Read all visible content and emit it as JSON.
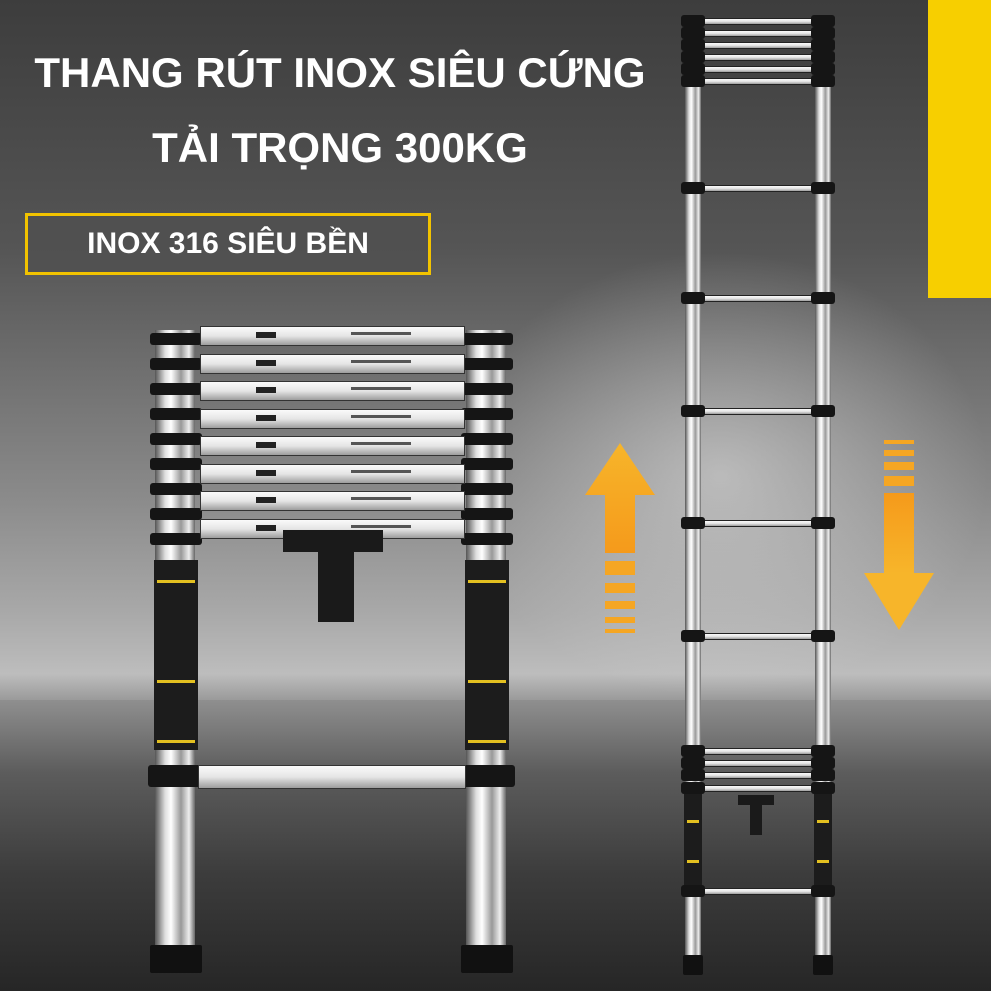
{
  "headline": {
    "line1": "THANG RÚT INOX SIÊU CỨNG",
    "line2": "TẢI TRỌNG 300KG"
  },
  "badge": {
    "label": "INOX 316 SIÊU BỀN",
    "border_color": "#f2c300"
  },
  "colors": {
    "accent_yellow": "#f7cf00",
    "arrow_orange": "#f5a623"
  },
  "arrows": {
    "left": "arrow-up-icon",
    "right": "arrow-down-icon"
  }
}
